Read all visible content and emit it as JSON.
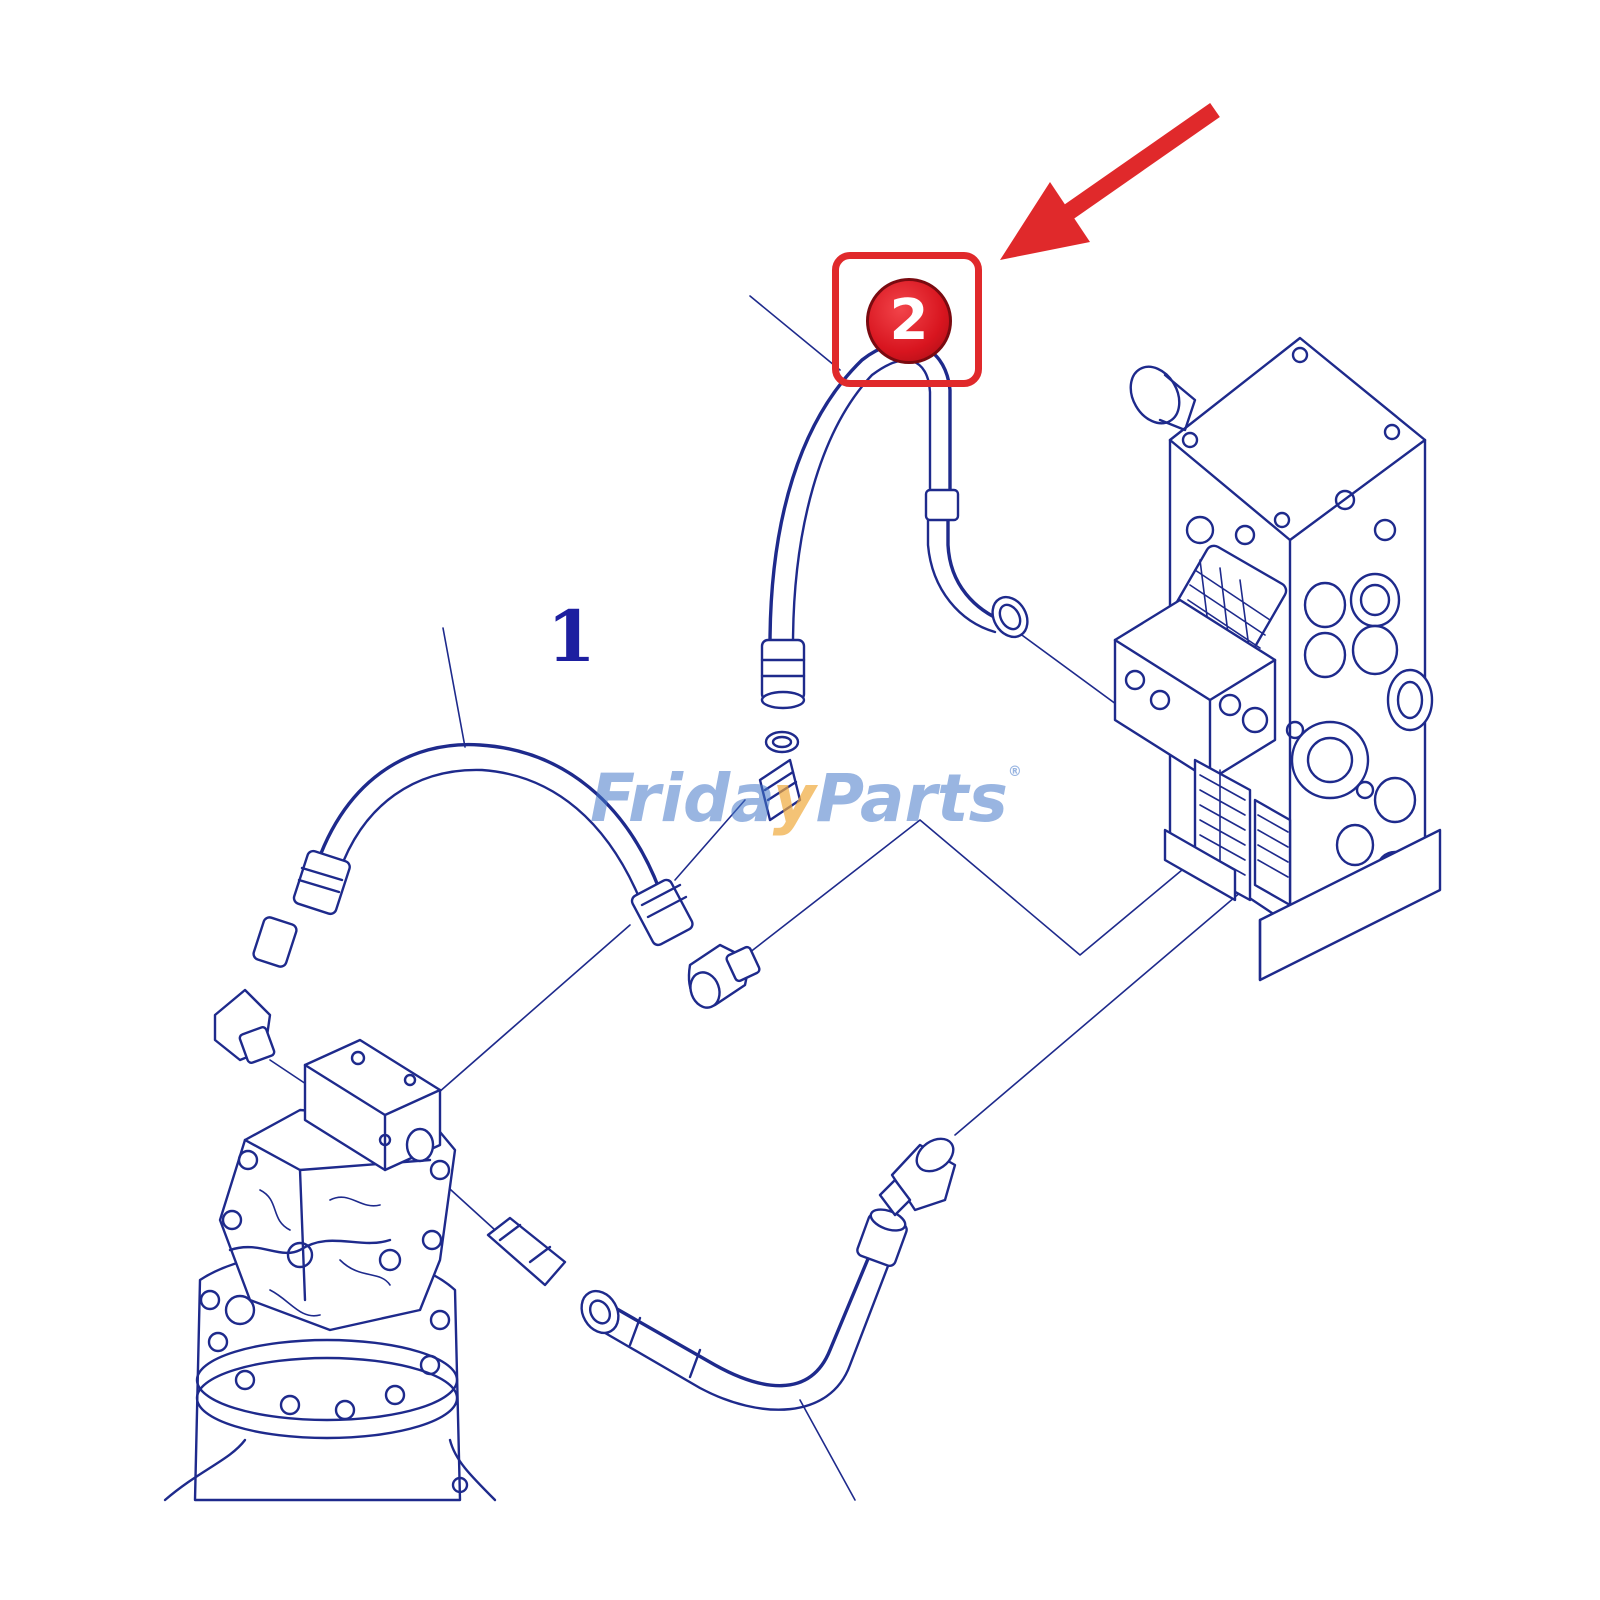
{
  "labels": {
    "part_1": "1",
    "part_2": "2"
  },
  "watermark": {
    "part_a": "Frida",
    "part_b": "y",
    "part_c": "Parts",
    "mark": "®"
  },
  "colors": {
    "line_art": "#1e2a8c",
    "label_text": "#1d1fa0",
    "highlight": "#e0292b",
    "arrow": "#e0292b",
    "watermark_blue": "#4678c8",
    "watermark_orange": "#f0aa3c"
  },
  "icons": {
    "pointer": "red-arrow-icon",
    "callout": "numbered-callout-icon"
  }
}
